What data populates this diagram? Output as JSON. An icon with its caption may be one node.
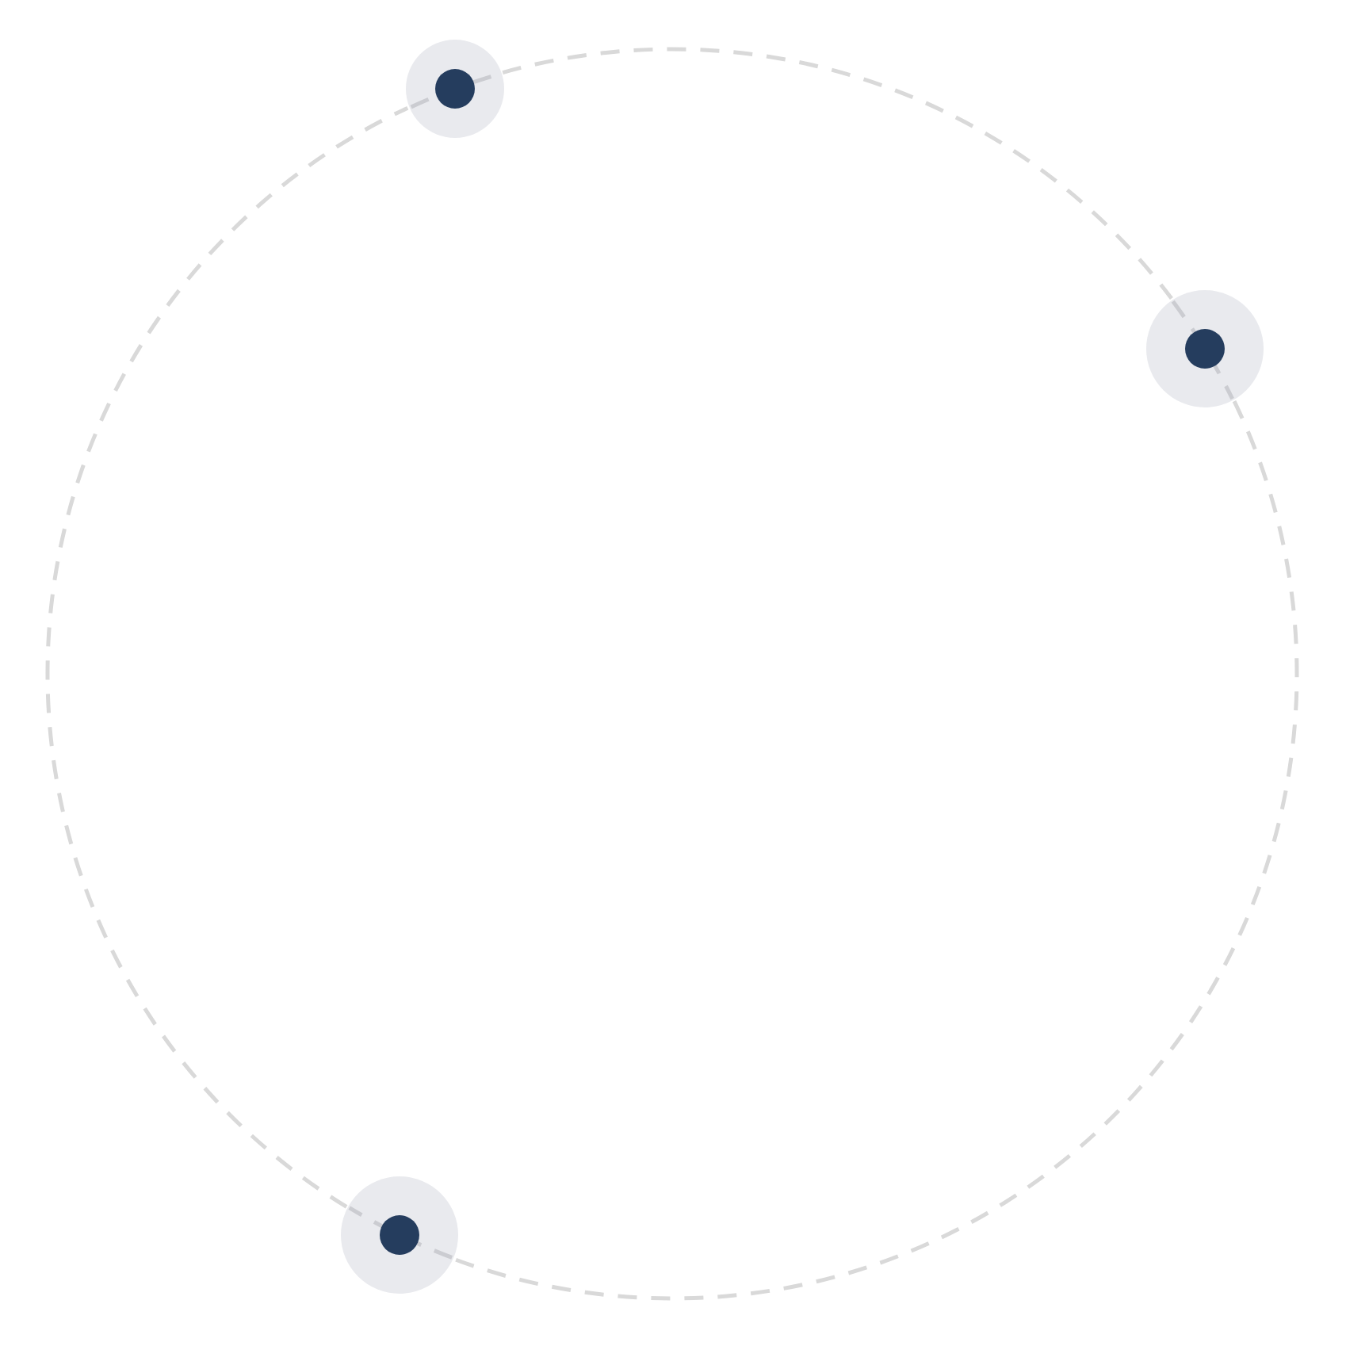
{
  "diagram": {
    "nodes": [
      {
        "text": [],
        "shape": "circle"
      },
      {
        "text": [],
        "shape": "circle"
      },
      {
        "text": [],
        "shape": "circle"
      }
    ],
    "edges": [
      {
        "from": 0,
        "to": 1,
        "arrow": "none",
        "style": "dashed"
      },
      {
        "from": 1,
        "to": 2,
        "arrow": "none",
        "style": "dashed"
      },
      {
        "from": 2,
        "to": 0,
        "arrow": "none",
        "style": "dashed"
      }
    ]
  }
}
